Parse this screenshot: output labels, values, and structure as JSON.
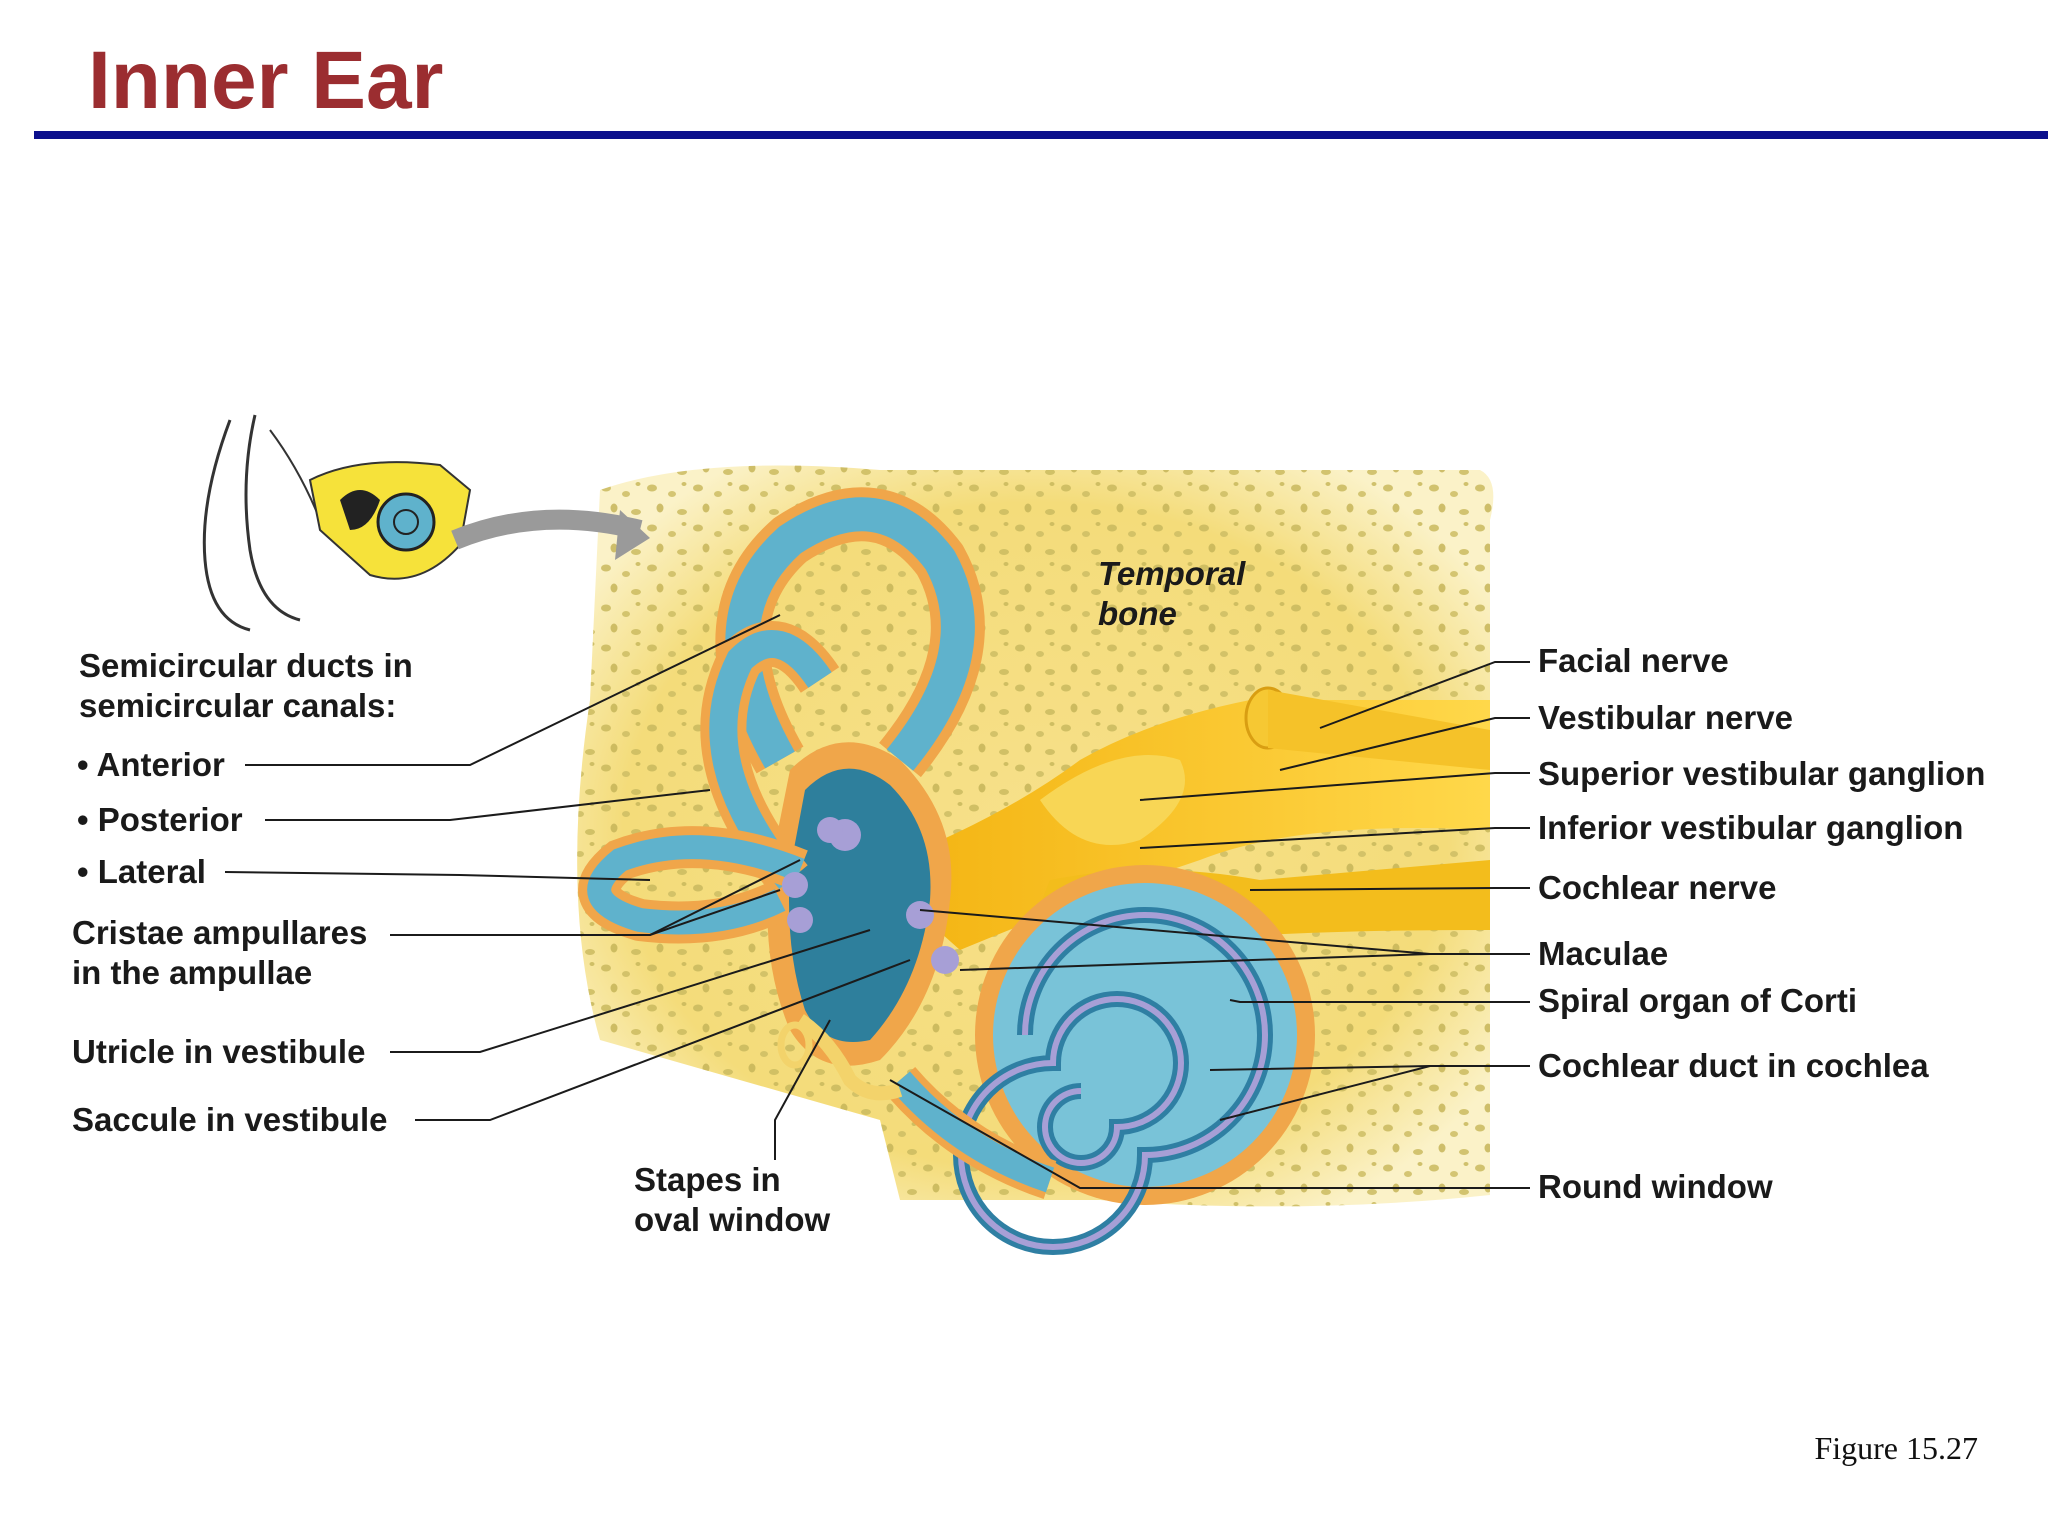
{
  "title": "Inner Ear",
  "figure_number": "Figure 15.27",
  "colors": {
    "title": "#9b2d30",
    "rule": "#0b0f8c",
    "bone": "#f4dc7a",
    "membrane_outer": "#f0a64a",
    "duct_blue": "#5fb2cc",
    "nerve": "#f6c21f",
    "organ_purple": "#a79fd6"
  },
  "labels": {
    "semicircular_header": [
      "Semicircular ducts in",
      "semicircular canals:"
    ],
    "anterior": "• Anterior",
    "posterior": "• Posterior",
    "lateral": "• Lateral",
    "cristae": [
      "Cristae ampullares",
      "in the ampullae"
    ],
    "utricle": "Utricle in vestibule",
    "saccule": "Saccule in vestibule",
    "stapes": [
      "Stapes in",
      "oval window"
    ],
    "temporal_bone": [
      "Temporal",
      "bone"
    ],
    "facial_nerve": "Facial nerve",
    "vestibular_nerve": "Vestibular nerve",
    "sup_vest_ganglion": "Superior vestibular ganglion",
    "inf_vest_ganglion": "Inferior vestibular ganglion",
    "cochlear_nerve": "Cochlear nerve",
    "maculae": "Maculae",
    "spiral_organ": "Spiral organ of Corti",
    "cochlear_duct": "Cochlear duct in cochlea",
    "round_window": "Round window"
  }
}
